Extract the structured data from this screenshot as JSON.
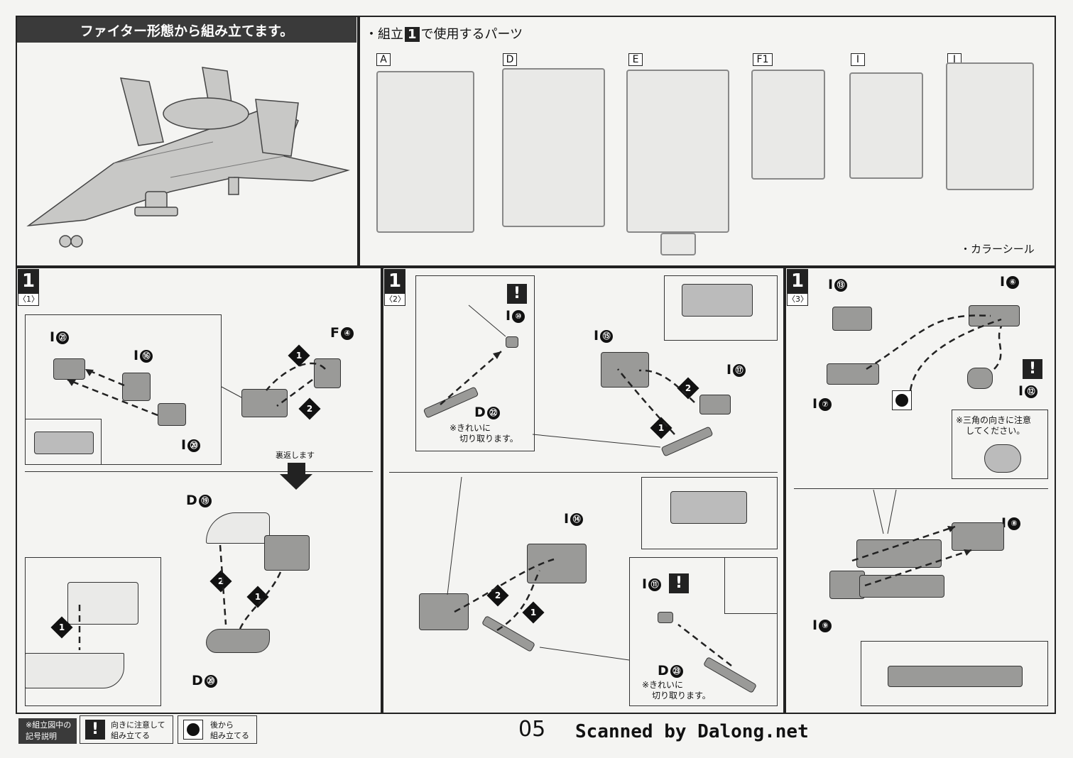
{
  "header": {
    "title": "ファイター形態から組み立てます。",
    "parts_heading_prefix": "・組立",
    "parts_heading_step": "1",
    "parts_heading_suffix": "で使用するパーツ",
    "color_seal": "・カラーシール"
  },
  "runners": [
    "A",
    "D",
    "E",
    "F1",
    "I",
    "J"
  ],
  "steps": [
    {
      "num": "1",
      "sub": "〈1〉"
    },
    {
      "num": "1",
      "sub": "〈2〉"
    },
    {
      "num": "1",
      "sub": "〈3〉"
    }
  ],
  "step1": {
    "i21": "I",
    "i21n": "㉑",
    "i16": "I",
    "i16n": "⑯",
    "i20": "I",
    "i20n": "⑳",
    "f4": "F",
    "f4n": "④",
    "flip": "裏返します",
    "d19": "D",
    "d19n": "⑲",
    "d20": "D",
    "d20n": "⑳",
    "s1": "1",
    "s2": "2"
  },
  "step2": {
    "i10": "I",
    "i10n": "⑩",
    "d22": "D",
    "d22n": "㉒",
    "note_clean": "※きれいに",
    "note_cut": "切り取ります。",
    "i15": "I",
    "i15n": "⑮",
    "i17": "I",
    "i17n": "⑰",
    "i14": "I",
    "i14n": "⑭",
    "i11": "I",
    "i11n": "⑪",
    "d23": "D",
    "d23n": "㉓"
  },
  "step3": {
    "i13": "I",
    "i13n": "⑬",
    "i6": "I",
    "i6n": "⑥",
    "i7": "I",
    "i7n": "⑦",
    "i12": "I",
    "i12n": "⑫",
    "tri_note1": "※三角の向きに注意",
    "tri_note2": "してください。",
    "i8": "I",
    "i8n": "⑧",
    "i9": "I",
    "i9n": "⑨"
  },
  "legend": {
    "head1": "※組立図中の",
    "head2": "記号説明",
    "warn_symbol": "!",
    "warn1": "向きに注意して",
    "warn2": "組み立てる",
    "later1": "後から",
    "later2": "組み立てる"
  },
  "footer": {
    "page": "05",
    "credit": "Scanned by Dalong.net"
  }
}
